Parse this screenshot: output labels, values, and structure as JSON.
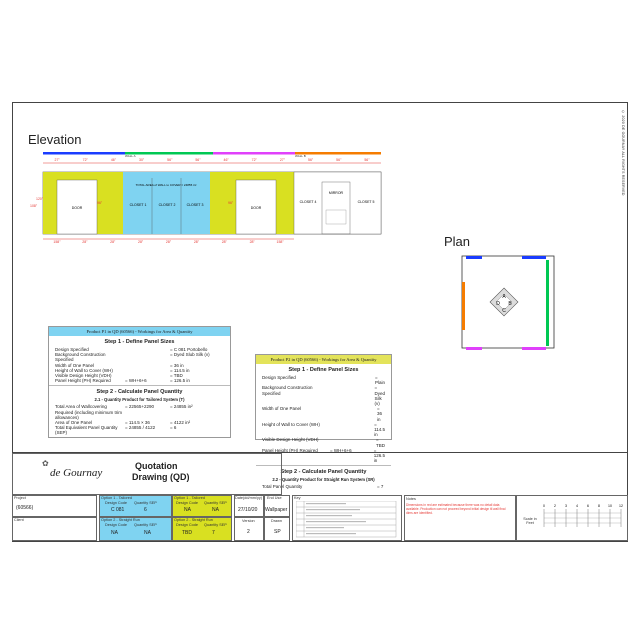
{
  "elevation": {
    "title": "Elevation",
    "wall_labels": [
      "WALL A",
      "WALL B"
    ],
    "top_dims": [
      "27\"",
      "72\"",
      "46\"",
      "30\"",
      "56\"",
      "56\"",
      "46\"",
      "72\"",
      "27\"",
      "56\"",
      "56\"",
      "56\""
    ],
    "side_dims": [
      "108\"",
      "120\""
    ],
    "bottom_dims": [
      "158\"",
      "28\"",
      "28\"",
      "28\"",
      "28\"",
      "28\"",
      "28\"",
      "28\"",
      "158\""
    ],
    "door_label": "DOOR",
    "door_dims": [
      "96\"",
      "72\""
    ],
    "cover_text": "TOTAL AREA of WALL to COVER = 24855 in²",
    "closets": [
      "CLOSET 1",
      "CLOSET 2",
      "CLOSET 3",
      "CLOSET 4",
      "CLOSET 5"
    ],
    "mirror": "MIRROR",
    "colors": {
      "yellow": "#d9e021",
      "blue": "#7fd3f1",
      "green": "#00c853",
      "magenta": "#e040fb",
      "orange": "#f57c00",
      "navy": "#1a3cff"
    }
  },
  "plan": {
    "title": "Plan",
    "labels": [
      "A",
      "B",
      "C",
      "D"
    ]
  },
  "copyright": "© 2020 DE GOURNAY ALL RIGHTS RESERVED",
  "panel1": {
    "header": "Product P1 in QD (60566) - Workings for Area & Quantity",
    "step1": "Step 1 - Define Panel Sizes",
    "rows1": [
      {
        "k": "Design Specified",
        "f": "",
        "v": "= C 081 Portobello"
      },
      {
        "k": "Background Construction Specified",
        "f": "",
        "v": "= Dyed Slub Silk (v)"
      },
      {
        "k": "Width of One Panel",
        "f": "",
        "v": "= 36 in"
      },
      {
        "k": "Height of Wall to Cover (WH)",
        "f": "",
        "v": "= 114.5 in"
      },
      {
        "k": "Visible Design Height (VDH)",
        "f": "",
        "v": "= TBD"
      },
      {
        "k": "Panel Height (PH) Required",
        "f": "= WH+6+6",
        "v": "= 126.5 in"
      }
    ],
    "step2": "Step 2 - Calculate Panel Quantity",
    "sub2": "2.1 - Quantity Product for Tailored System (T)",
    "rows2": [
      {
        "k": "Total Area of Wallcovering Required (including minimum trim allowances)",
        "f": "= 22565+2290",
        "v": "= 24855 in²"
      },
      {
        "k": "Area of One Panel",
        "f": "= 114.5 × 36",
        "v": "= 4122 in²"
      },
      {
        "k": "Total Equivalent Panel Quantity (SEP)",
        "f": "= 24855 / 4122",
        "v": "= 6"
      }
    ]
  },
  "panel2": {
    "header": "Product P2 in QD (60566) - Workings for Area & Quantity",
    "step1": "Step 1 - Define Panel Sizes",
    "rows1": [
      {
        "k": "Design Specified",
        "f": "",
        "v": "= Plain"
      },
      {
        "k": "Background Construction Specified",
        "f": "",
        "v": "= Dyed Silk (v)"
      },
      {
        "k": "Width of One Panel",
        "f": "",
        "v": "= 36 in"
      },
      {
        "k": "Height of Wall to Cover (WH)",
        "f": "",
        "v": "= 114.5 in"
      },
      {
        "k": "Visible Design Height (VDH)",
        "f": "",
        "v": "= TBD"
      },
      {
        "k": "Panel Height (PH) Required",
        "f": "= WH+6+6",
        "v": "= 126.5 in"
      }
    ],
    "step2": "Step 2 - Calculate Panel Quantity",
    "sub2": "2.2 - Quantity Product for Straight Run System (SR)",
    "rows2": [
      {
        "k": "Total Panel Quantity",
        "f": "",
        "v": "= 7"
      }
    ]
  },
  "titleblock": {
    "logo": "de Gournay",
    "title_line1": "Quotation",
    "title_line2": "Drawing (QD)",
    "project_label": "Project",
    "project_value": "(60566)",
    "client_label": "Client",
    "opt1_t": "Option 1 - Tailored",
    "opt1_sr": "Option 2 - Straight Run",
    "opt2_t": "Option 1 - Tailored",
    "opt2_sr": "Option 2 - Straight Run",
    "design_code": "Design Code",
    "qty_sep": "Quantity SEP",
    "t1_code": "C 081",
    "t1_qty": "6",
    "sr1_code": "NA",
    "sr1_qty": "NA",
    "t2_code": "NA",
    "t2_qty": "NA",
    "sr2_code": "TBD",
    "sr2_qty": "7",
    "date_label": "Date(dd/mm/yy)",
    "date_value": "27/10/20",
    "enduse_label": "End Use",
    "enduse_value": "Wallpaper",
    "version_label": "Version",
    "version_value": "2",
    "drawn_label": "Drawn",
    "drawn_value": "SP",
    "key_label": "Key",
    "notes_label": "Notes",
    "notes_text": "Dimensions in red are estimated because there was no detail data available. Production can not proceed beyond initial design til wall final dims are identified.",
    "scale_label": "Scale in Feet",
    "scale_ticks": [
      "0",
      "2",
      "3",
      "4",
      "6",
      "8",
      "10",
      "12"
    ]
  }
}
